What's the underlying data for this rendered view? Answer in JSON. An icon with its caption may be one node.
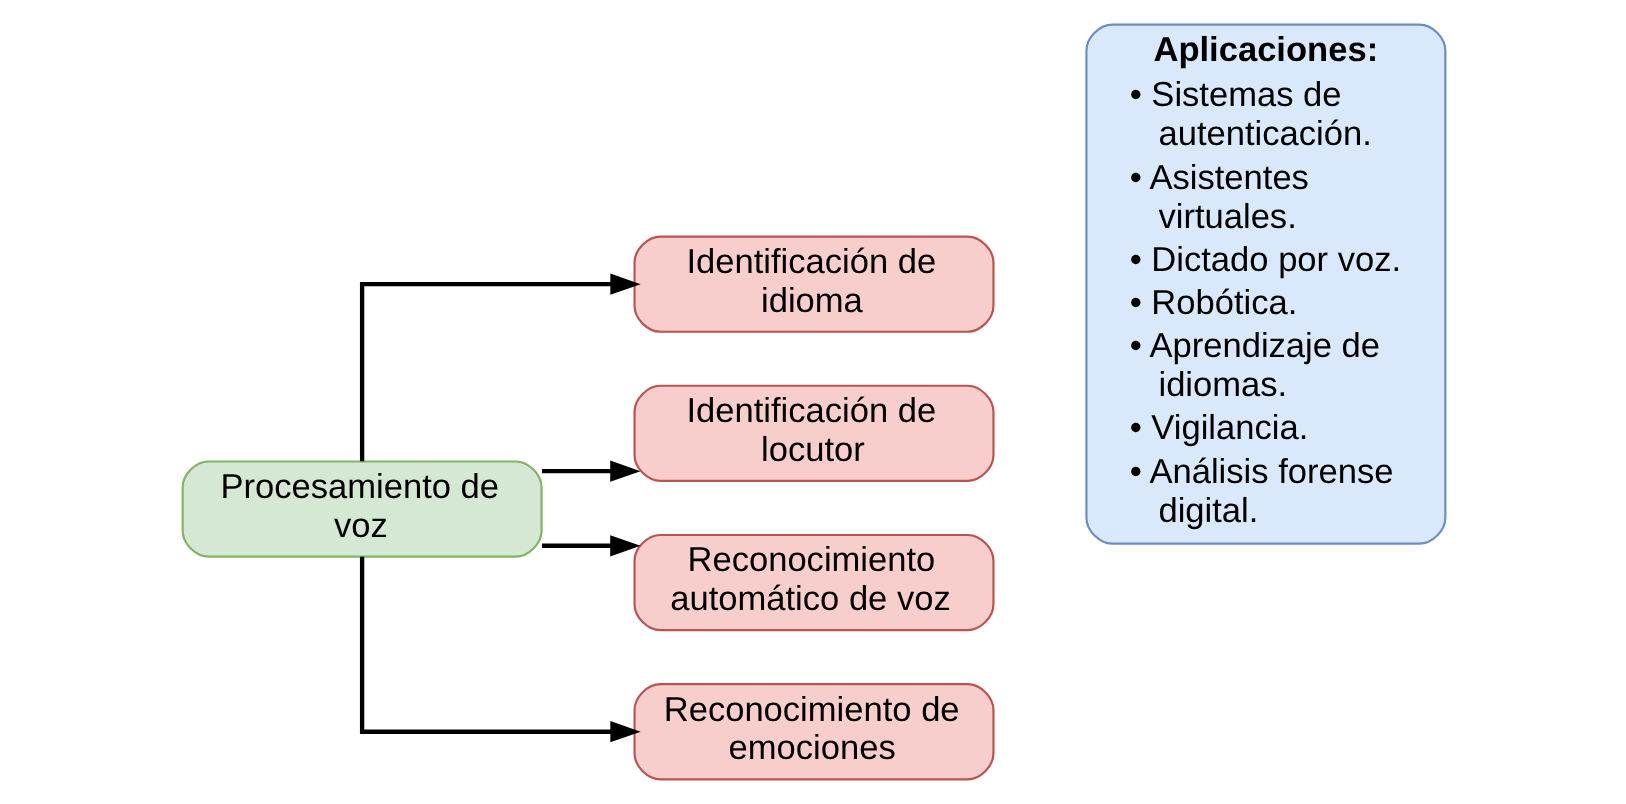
{
  "diagram": {
    "nodes": [
      {
        "text": [
          "Procesamiento de voz"
        ]
      },
      {
        "text": [
          "Identificación de idioma"
        ]
      },
      {
        "text": [
          "Identificación de locutor"
        ]
      },
      {
        "text": [
          "Reconocimiento automático de voz"
        ]
      },
      {
        "text": [
          "Reconocimiento de emociones"
        ]
      },
      {
        "text": [
          "Aplicaciones:",
          "• Sistemas de autenticación.",
          "• Asistentes virtuales.",
          "• Dictado por voz.",
          "• Robótica.",
          "• Aprendizaje de idiomas.",
          "• Vigilancia.",
          "• Análisis forense digital."
        ]
      }
    ],
    "edges": [
      {
        "from": 0,
        "to": 1,
        "arrow": "to"
      },
      {
        "from": 0,
        "to": 2,
        "arrow": "to"
      },
      {
        "from": 0,
        "to": 3,
        "arrow": "to"
      },
      {
        "from": 0,
        "to": 4,
        "arrow": "to"
      }
    ]
  }
}
